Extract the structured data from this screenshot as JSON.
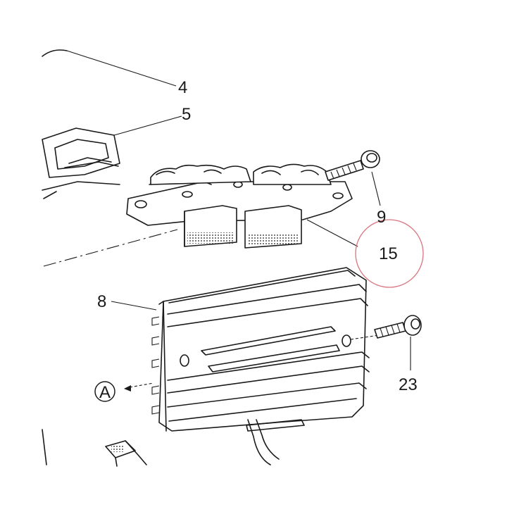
{
  "callouts": {
    "c4": "4",
    "c5": "5",
    "c9": "9",
    "c15": "15",
    "c8": "8",
    "c23": "23",
    "detail_a": "A"
  },
  "highlight_color": "#d9737f",
  "line_color": "#1a1a1a"
}
